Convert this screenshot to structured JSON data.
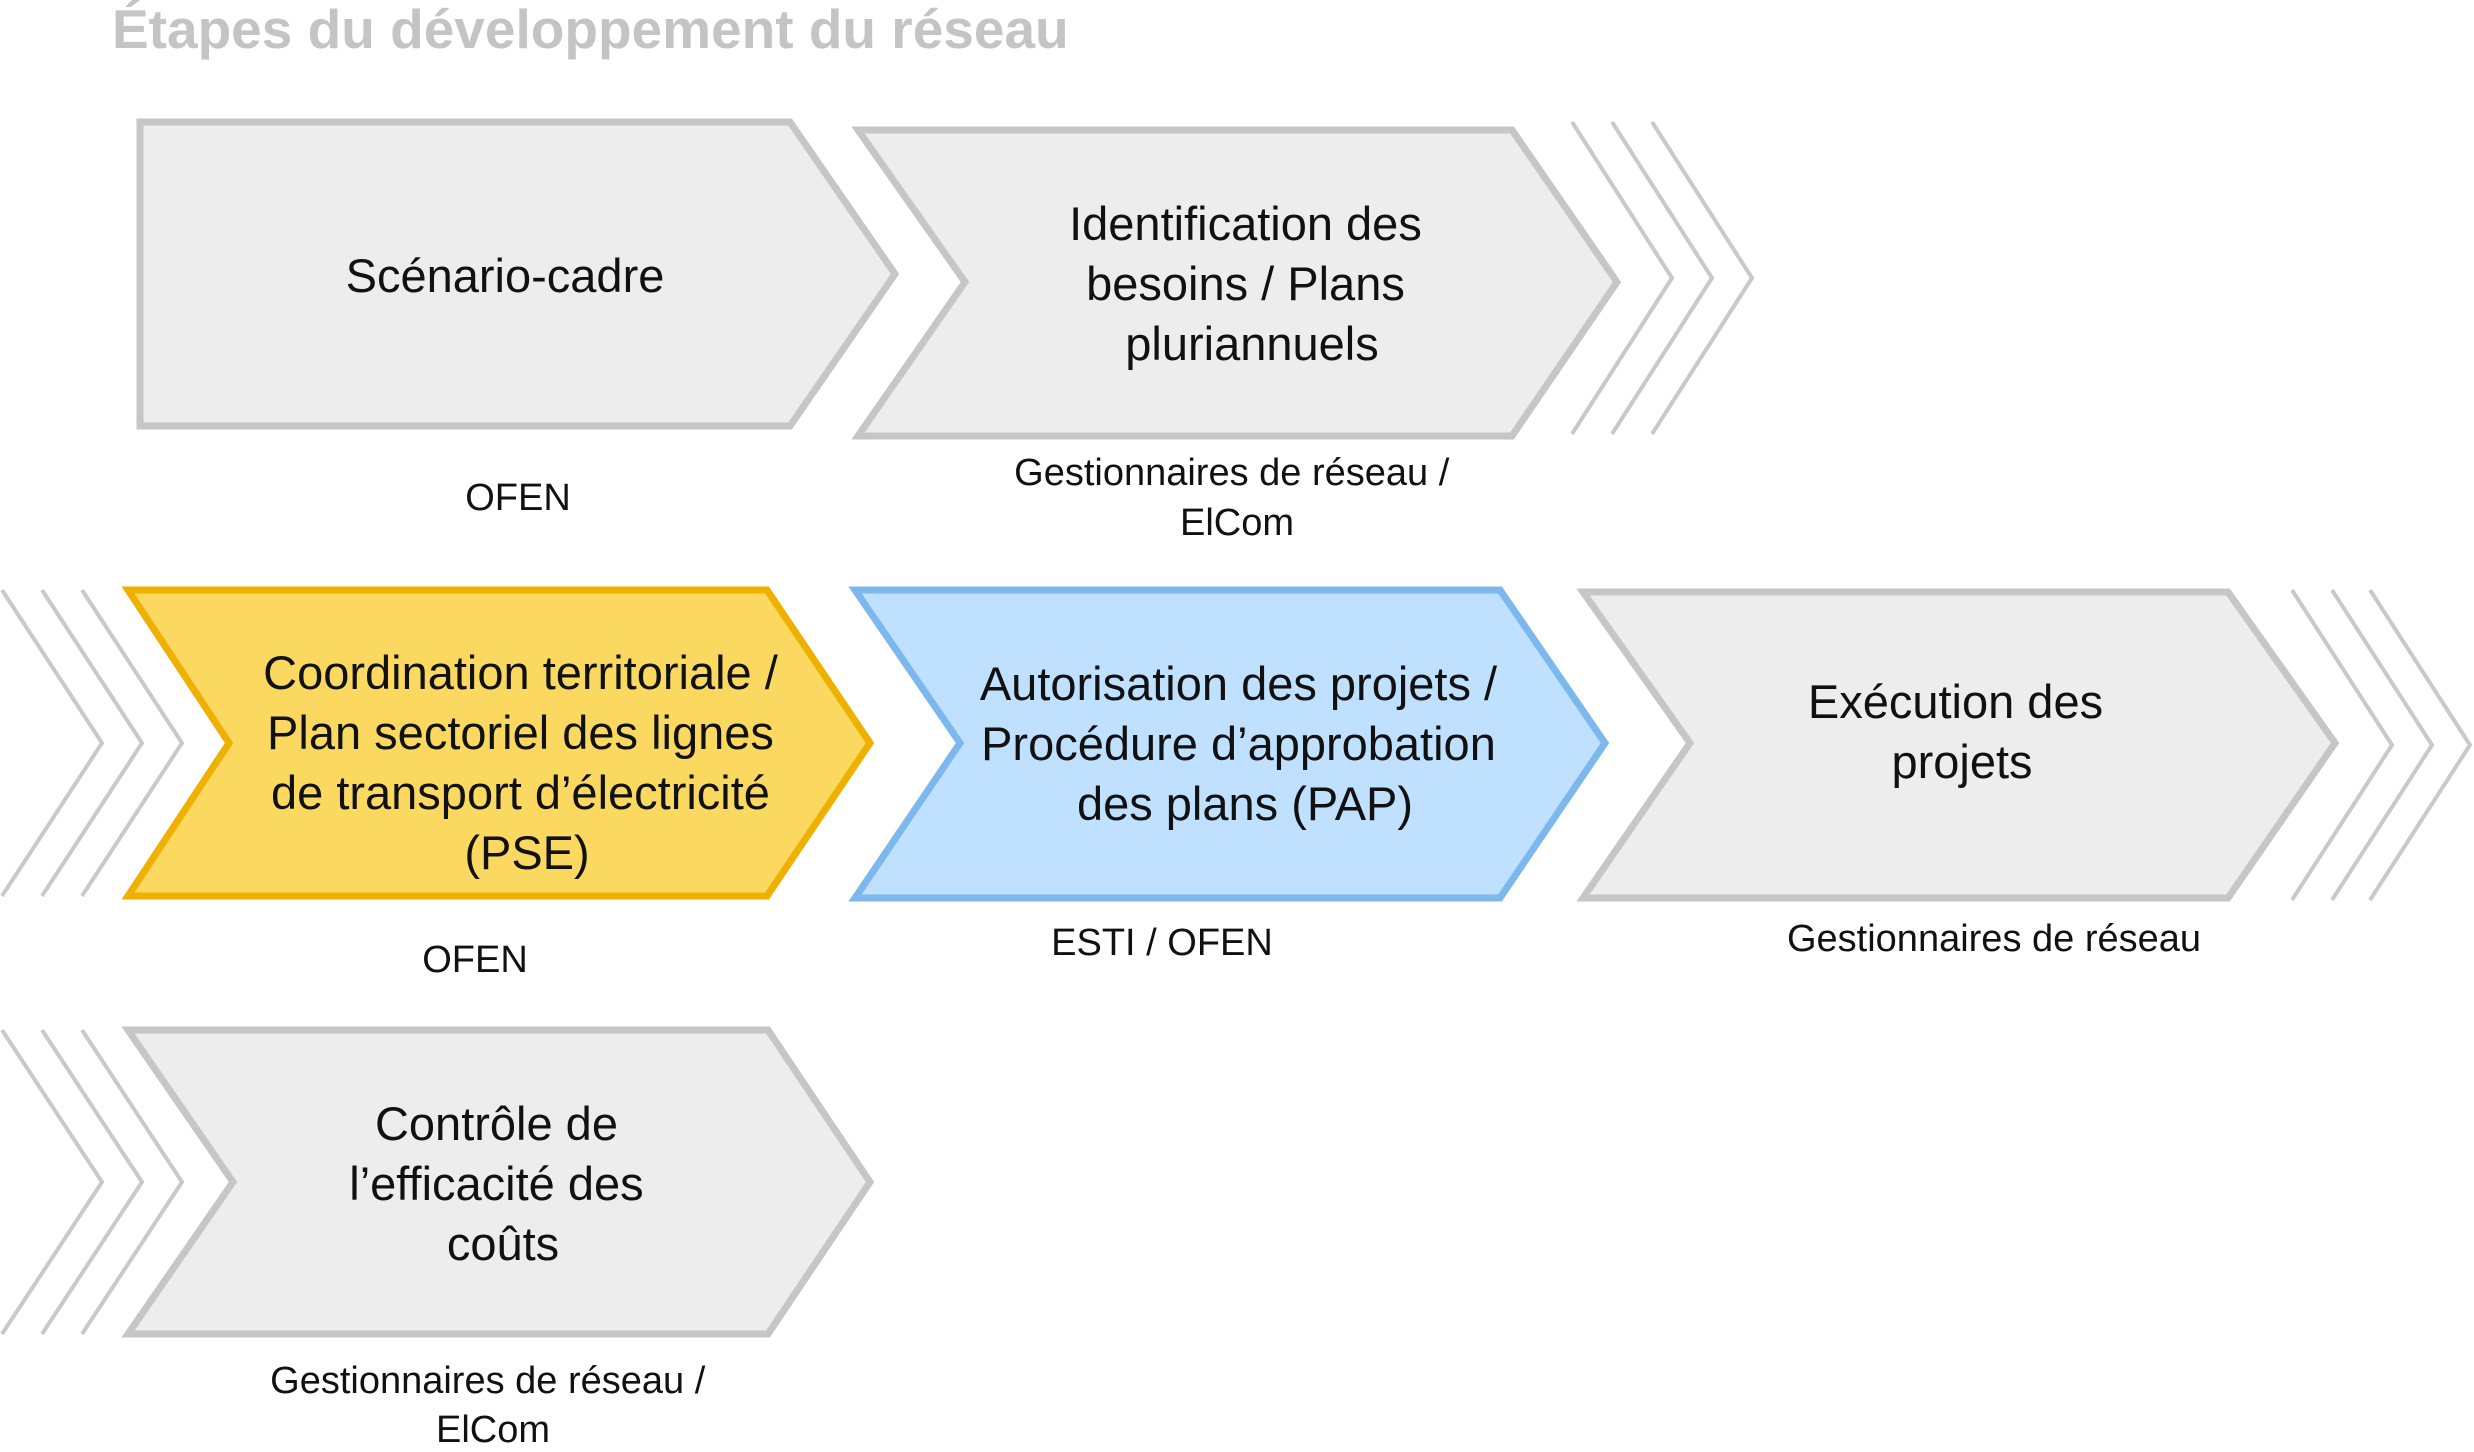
{
  "title": "Étapes du développement du réseau",
  "colors": {
    "gray_fill": "#ededed",
    "gray_border": "#c6c6c6",
    "yellow_fill": "#fbd961",
    "yellow_border": "#efb000",
    "blue_fill": "#bfe0ff",
    "blue_border": "#7cb8ee",
    "title_color": "#c4c4c4"
  },
  "steps": [
    {
      "lines": [
        "Scénario-cadre"
      ],
      "actor": [
        "OFEN"
      ],
      "style": "gray"
    },
    {
      "lines": [
        "Identification des",
        "besoins / Plans",
        "pluriannuels"
      ],
      "actor": [
        "Gestionnaires de réseau /",
        "ElCom"
      ],
      "style": "gray"
    },
    {
      "lines": [
        "Coordination territoriale /",
        "Plan sectoriel des lignes",
        "de transport d’électricité",
        "(PSE)"
      ],
      "actor": [
        "OFEN"
      ],
      "style": "yellow"
    },
    {
      "lines": [
        "Autorisation des projets /",
        "Procédure d’approbation",
        "des plans (PAP)"
      ],
      "actor": [
        "ESTI / OFEN"
      ],
      "style": "blue"
    },
    {
      "lines": [
        "Exécution des",
        "projets"
      ],
      "actor": [
        "Gestionnaires de réseau"
      ],
      "style": "gray"
    },
    {
      "lines": [
        "Contrôle de",
        "l’efficacité des",
        "coûts"
      ],
      "actor": [
        "Gestionnaires de réseau /",
        "ElCom"
      ],
      "style": "gray"
    }
  ]
}
